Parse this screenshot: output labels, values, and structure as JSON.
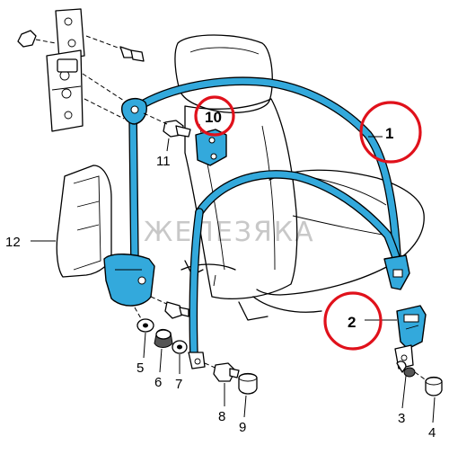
{
  "callouts": {
    "c1": "1",
    "c2": "2",
    "c3": "3",
    "c4": "4",
    "c5": "5",
    "c6": "6",
    "c7": "7",
    "c8": "8",
    "c9": "9",
    "c10": "10",
    "c11": "11",
    "c12": "12"
  },
  "highlighted_callouts": [
    "1",
    "2",
    "10"
  ],
  "watermark": "ЖЕЛЕЗЯКА",
  "colors": {
    "belt": "#33a9dc",
    "highlight_circle": "#e0111b",
    "line": "#000000"
  }
}
